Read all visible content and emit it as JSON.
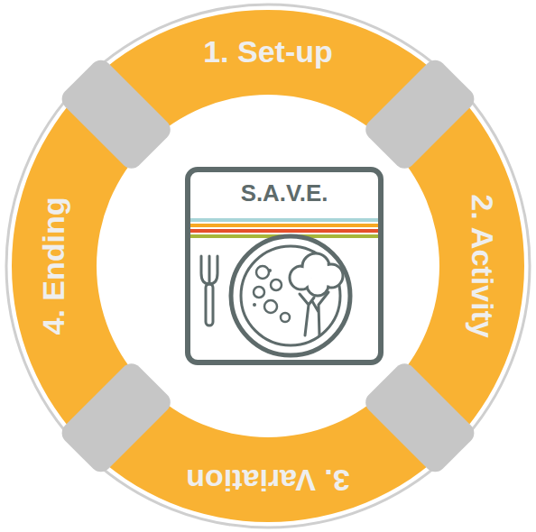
{
  "diagram": {
    "nodes": [
      {
        "text": [
          "1. Set-up"
        ]
      },
      {
        "text": [
          "2. Activity"
        ]
      },
      {
        "text": [
          "3. Variation"
        ]
      },
      {
        "text": [
          "4. Ending"
        ]
      },
      {
        "text": [
          "S.A.V.E."
        ]
      }
    ]
  }
}
